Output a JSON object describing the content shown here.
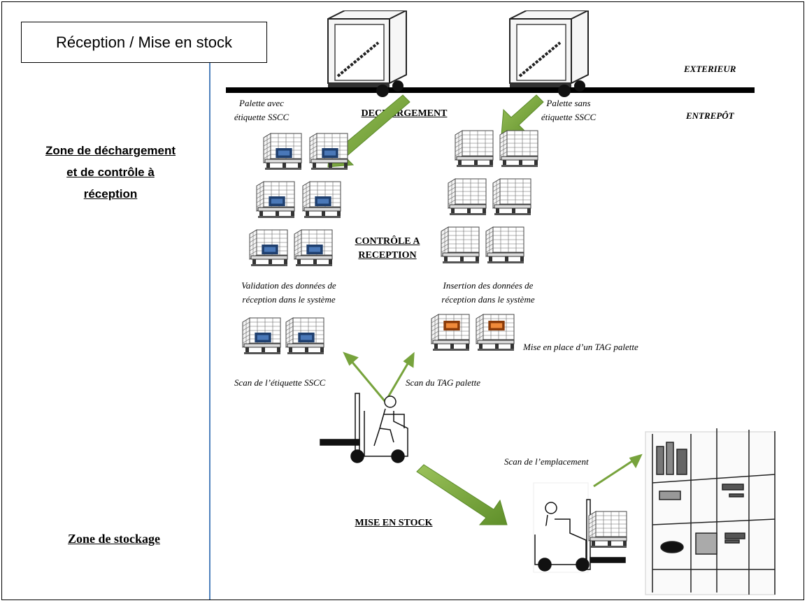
{
  "title": "Réception / Mise en stock",
  "zones": {
    "receiving": [
      "Zone de déchargement",
      "et de contrôle à",
      "réception"
    ],
    "storage": "Zone de stockage"
  },
  "labels": {
    "exterieur": "EXTERIEUR",
    "entrepot": "ENTREPÔT",
    "dechargement": "DECHARGEMENT",
    "controle": [
      "CONTRÔLE A",
      "RECEPTION"
    ],
    "mise_en_stock": "MISE EN STOCK",
    "palette_avec": [
      "Palette avec",
      "étiquette SSCC"
    ],
    "palette_sans": [
      "Palette sans",
      "étiquette SSCC"
    ],
    "validation": [
      "Validation des données de",
      "réception dans le système"
    ],
    "insertion": [
      "Insertion des données de",
      "réception dans le système"
    ],
    "mise_en_place_tag": "Mise en place d’un TAG palette",
    "scan_sscc": "Scan de l’étiquette SSCC",
    "scan_tag": "Scan du TAG palette",
    "scan_emplacement": "Scan de l’emplacement"
  },
  "colors": {
    "divider": "#4f81bd",
    "arrow_green": "#77a33c",
    "sscc_label": "#1f3f6e",
    "tag_label": "#c55a11"
  }
}
